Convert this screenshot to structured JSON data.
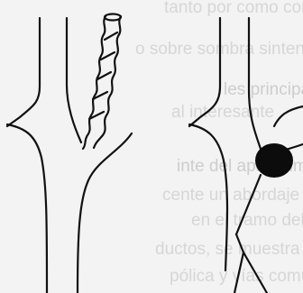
{
  "bleed_through_text": [
    "tanto por como completo",
    "o sobre sombra sintenga pieza",
    "les principales",
    "al interesante",
    "inte del aparecimiento",
    "cente un abordaje",
    "en el tramo del músculo",
    "ductos, se muestra",
    "pólica y vías comunes"
  ],
  "figure": {
    "panels": [
      {
        "subject": "vessel-with-twisted-branch"
      },
      {
        "subject": "vessel-with-occluding-mass-and-wire"
      }
    ],
    "colors": {
      "ink": "#111111",
      "paper": "#f3f3f3",
      "bleed_through": "#d6d6d6"
    }
  }
}
